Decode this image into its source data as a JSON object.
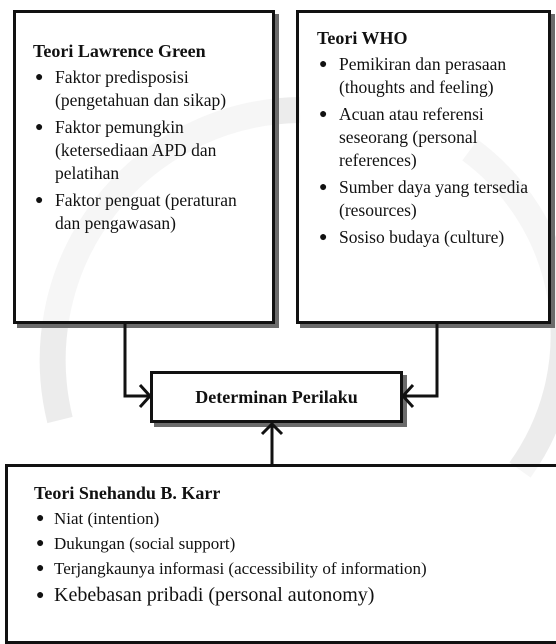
{
  "green": {
    "title": "Teori Lawrence Green",
    "items": [
      "Faktor predisposisi (pengetahuan dan sikap)",
      "Faktor pemungkin (ketersediaan APD dan pelatihan",
      "Faktor penguat (peraturan dan pengawasan)"
    ]
  },
  "who": {
    "title": "Teori WHO",
    "items": [
      "Pemikiran dan perasaan (thoughts and feeling)",
      "Acuan atau referensi seseorang (personal references)",
      "Sumber daya yang tersedia (resources)",
      "Sosiso budaya (culture)"
    ]
  },
  "center": {
    "title": "Determinan Perilaku"
  },
  "karr": {
    "title": "Teori Snehandu B. Karr",
    "items": [
      "Niat (intention)",
      "Dukungan (social support)",
      "Terjangkaunya informasi (accessibility of information)",
      "Kebebasan pribadi (personal  autonomy)"
    ]
  },
  "bullet_glyph": "●",
  "colors": {
    "line": "#111111",
    "shadow": "#6b6b6b",
    "watermark": "#d9d9d9"
  }
}
